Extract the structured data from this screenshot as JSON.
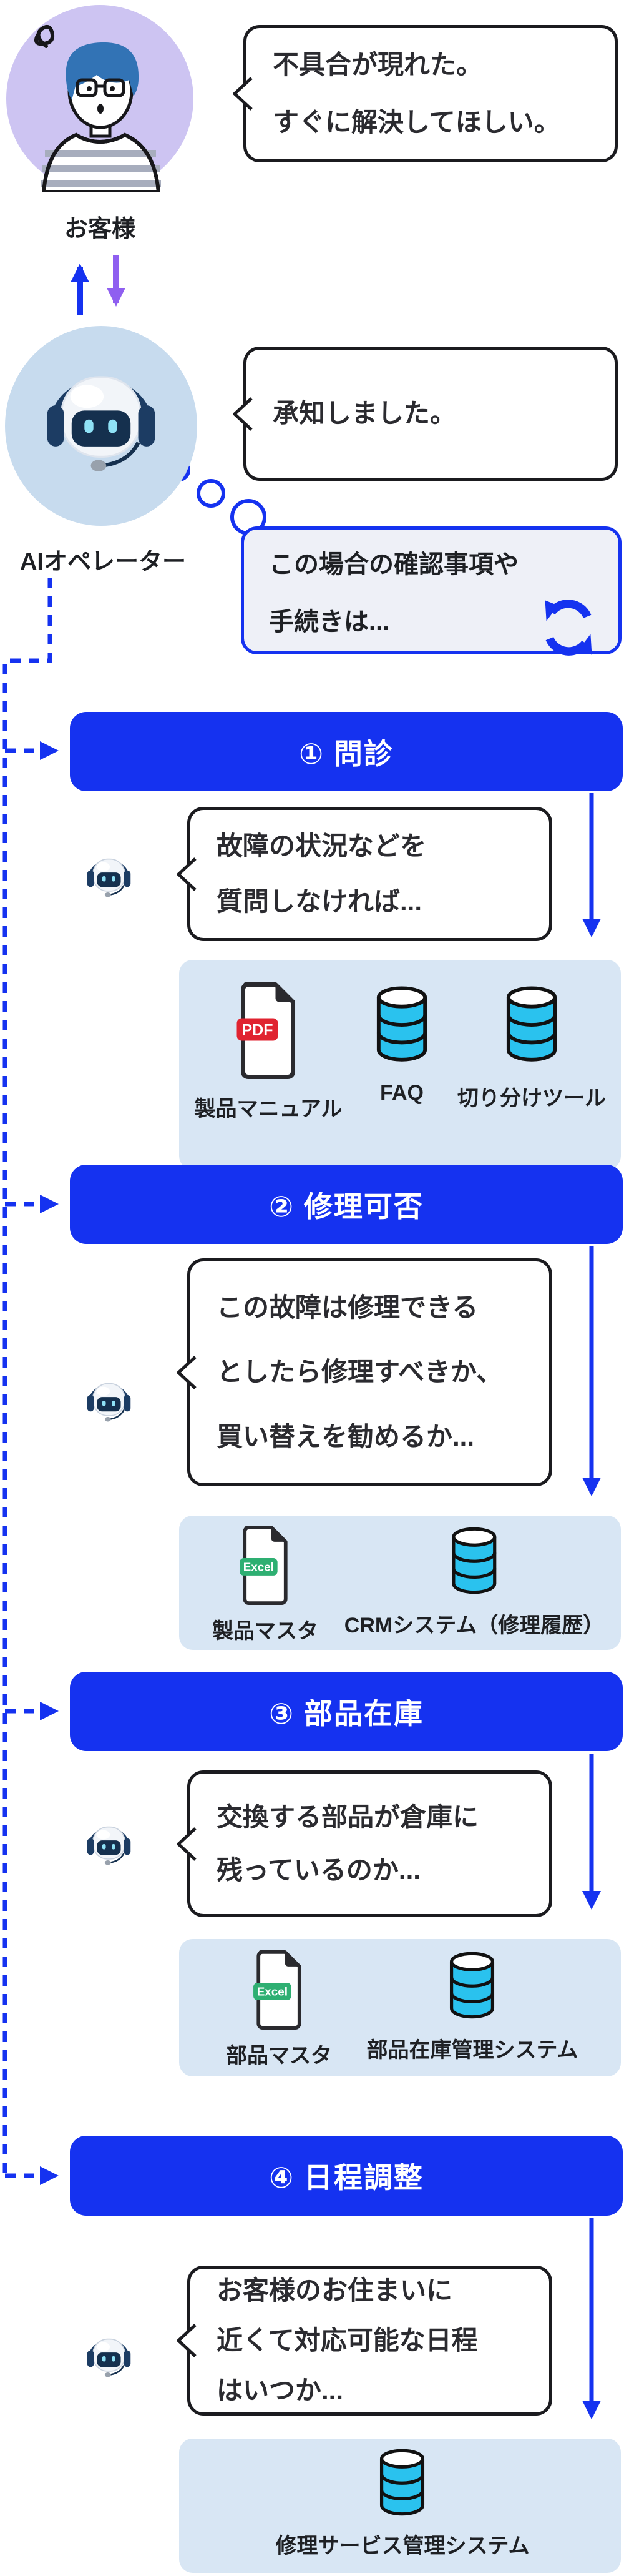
{
  "palette": {
    "accent_blue": "#1532f0",
    "arrow_purple": "#8f5ff0",
    "customer_circle": "#cdc4f2",
    "ai_circle": "#c7dbee",
    "resource_box": "#d8e6f4",
    "thought_fill": "#eef0f7",
    "db_cyan": "#2ac2ee",
    "pdf_red": "#e02330",
    "excel_green": "#2eaf72",
    "bubble_text": "#2b2b30"
  },
  "customer": {
    "label": "お客様",
    "bubble_lines": [
      "不具合が現れた。",
      "すぐに解決してほしい。"
    ]
  },
  "ai": {
    "label": "AIオペレーター",
    "bubble_line": "承知しました。"
  },
  "thought": {
    "lines": [
      "この場合の確認事項や",
      "手続きは..."
    ],
    "icon": "refresh-cycle-icon"
  },
  "steps": [
    {
      "banner": "① 問診",
      "speech_lines": [
        "故障の状況などを",
        "質問しなければ..."
      ],
      "resources": [
        {
          "icon": "pdf-file-icon",
          "badge": "PDF",
          "label": "製品マニュアル"
        },
        {
          "icon": "database-icon",
          "label": "FAQ"
        },
        {
          "icon": "database-icon",
          "label": "切り分けツール"
        }
      ]
    },
    {
      "banner": "② 修理可否",
      "speech_lines": [
        "この故障は修理できる",
        "としたら修理すべきか、",
        "買い替えを勧めるか..."
      ],
      "resources": [
        {
          "icon": "excel-file-icon",
          "badge": "Excel",
          "label": "製品マスタ"
        },
        {
          "icon": "database-icon",
          "label": "CRMシステム（修理履歴）"
        }
      ]
    },
    {
      "banner": "③ 部品在庫",
      "speech_lines": [
        "交換する部品が倉庫に",
        "残っているのか..."
      ],
      "resources": [
        {
          "icon": "excel-file-icon",
          "badge": "Excel",
          "label": "部品マスタ"
        },
        {
          "icon": "database-icon",
          "label": "部品在庫管理システム"
        }
      ]
    },
    {
      "banner": "④ 日程調整",
      "speech_lines": [
        "お客様のお住まいに",
        "近くて対応可能な日程",
        "はいつか..."
      ],
      "resources": [
        {
          "icon": "database-icon",
          "label": "修理サービス管理システム"
        }
      ]
    }
  ]
}
